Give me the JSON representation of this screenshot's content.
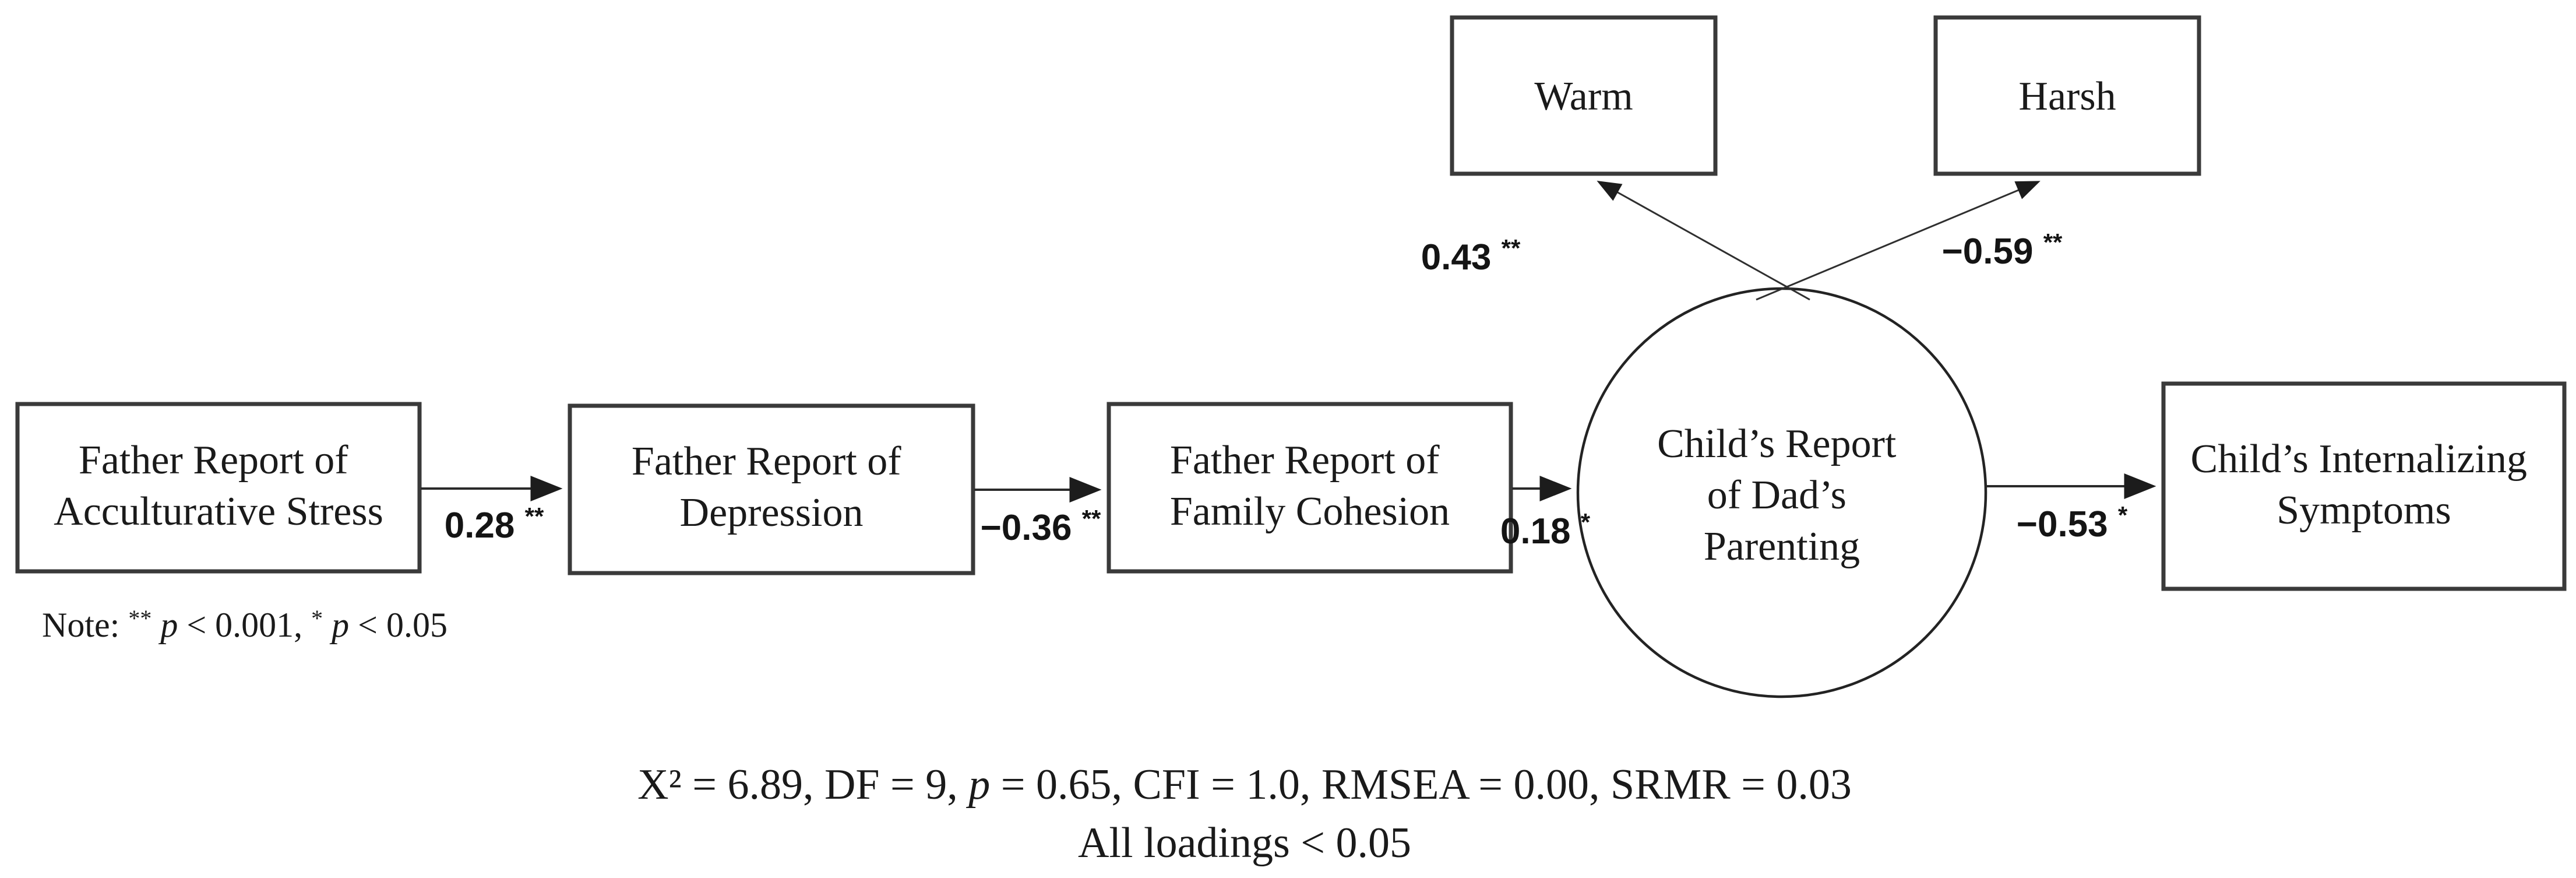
{
  "diagram": {
    "title_semantic": "Structural equation model: father acculturative stress to child internalizing symptoms",
    "nodes": {
      "stress": {
        "line1": "Father Report of",
        "line2": "Acculturative Stress"
      },
      "depression": {
        "line1": "Father Report of",
        "line2": "Depression"
      },
      "cohesion": {
        "line1": "Father Report of",
        "line2": "Family Cohesion"
      },
      "parenting": {
        "line1": "Child’s Report",
        "line2": "of Dad’s",
        "line3": "Parenting"
      },
      "internalizing": {
        "line1": "Child’s Internalizing",
        "line2": "Symptoms"
      },
      "warm": {
        "label": "Warm"
      },
      "harsh": {
        "label": "Harsh"
      }
    },
    "coefficients": {
      "stress_depression": {
        "value": "0.28",
        "sig": "**"
      },
      "depression_cohesion": {
        "value": "−0.36",
        "sig": "**"
      },
      "cohesion_parenting": {
        "value": "0.18",
        "sig": "*"
      },
      "parenting_internalizing": {
        "value": "−0.53",
        "sig": "*"
      },
      "parenting_warm": {
        "value": "0.43",
        "sig": "**"
      },
      "parenting_harsh": {
        "value": "−0.59",
        "sig": "**"
      }
    },
    "note": {
      "prefix": "Note: ",
      "sig_high": "**",
      "p_high": "p",
      "rest_high": " < 0.001, ",
      "sig_low": "*",
      "p_low": "p",
      "rest_low": " < 0.05"
    },
    "fit": {
      "chi_part": "X² = 6.89, DF = 9, ",
      "p_italic": "p",
      "rest": " = 0.65, CFI = 1.0, RMSEA = 0.00, SRMR = 0.03",
      "line2": "All loadings < 0.05"
    },
    "colors": {
      "ink": "#1a1a1a",
      "box_border": "#3a3a3a",
      "line": "#2a2a2a",
      "background": "#ffffff"
    }
  }
}
